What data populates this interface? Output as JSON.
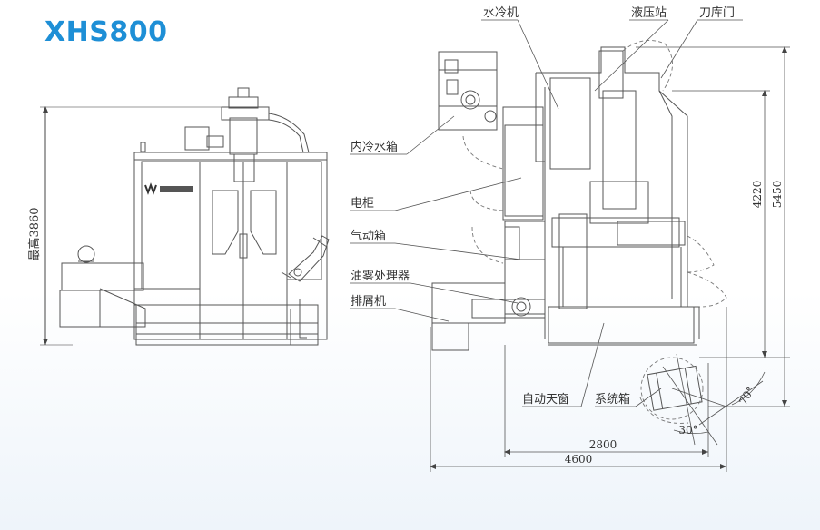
{
  "title": "XHS800",
  "front_view": {
    "height_label": "最高3860"
  },
  "side_view": {
    "callouts": {
      "water_chiller": "水冷机",
      "hydraulic_station": "液压站",
      "tool_magazine_door": "刀库门",
      "internal_coolant_tank": "内冷水箱",
      "electrical_cabinet": "电柜",
      "pneumatic_box": "气动箱",
      "oil_mist_separator": "油雾处理器",
      "chip_conveyor": "排屑机",
      "automatic_skylight": "自动天窗",
      "system_box": "系统箱"
    },
    "dimensions": {
      "depth_short": "2800",
      "depth_total": "4600",
      "height_mid": "4220",
      "height_total": "5450",
      "angle_panel": "70°",
      "angle_swing": "30°"
    }
  },
  "colors": {
    "title": "#1e8fd6",
    "line": "#555555",
    "text": "#333333",
    "dash": "#777777"
  }
}
